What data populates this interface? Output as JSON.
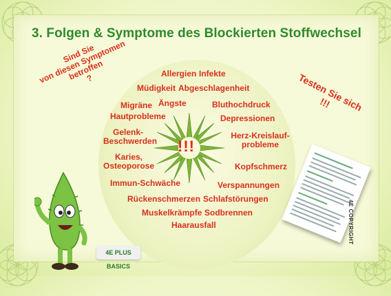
{
  "title": "3. Folgen & Symptome des Blockierten Stoffwechsel",
  "left_question": [
    "Sind Sie",
    "von diesen Symptomen",
    "betroffen",
    "?"
  ],
  "right_prompt": [
    "Testen Sie sich",
    "!!!"
  ],
  "center_mark": "!!!",
  "symptoms": {
    "allergien": "Allergien",
    "infekte": "Infekte",
    "muedigkeit": "Müdigkeit",
    "abgeschlagenheit": "Abgeschlagenheit",
    "migraene": "Migräne",
    "aengste": "Ängste",
    "bluthochdruck": "Bluthochdruck",
    "hautprobleme": "Hautprobleme",
    "depressionen": "Depressionen",
    "gelenk": "Gelenk-",
    "beschwerden": "Beschwerden",
    "herz": "Herz-Kreislauf-",
    "probleme": "probleme",
    "karies": "Karies,",
    "osteoporose": "Osteoporose",
    "kopfschmerz": "Kopfschmerz",
    "immun": "Immun-Schwäche",
    "verspannungen": "Verspannungen",
    "ruecken": "Rückenschmerzen",
    "schlaf": "Schlafstörungen",
    "muskel": "Muskelkrämpfe",
    "sodbrennen": "Sodbrennen",
    "haarausfall": "Haarausfall"
  },
  "logo_text": "4E PLUS BASICS",
  "copyright": "4E COPYRIGHT",
  "colors": {
    "title": "#2f8a2a",
    "symptom": "#d8301c",
    "background": "#f7fad9"
  }
}
